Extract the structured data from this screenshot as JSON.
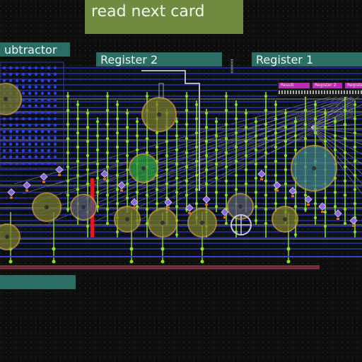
{
  "banner": {
    "text": "read next card"
  },
  "labels": {
    "subtractor": "ubtractor",
    "register2": "Register 2",
    "register1": "Register 1",
    "bottom": ""
  },
  "mini_panel": {
    "tabs": [
      "Result",
      "Register 2",
      "Registe"
    ]
  },
  "colors": {
    "background": "#0d0f0d",
    "banner": "#6f8a41",
    "label": "#2b6e63",
    "wire_blue": "#2a37d6",
    "rod_green": "#8fe02a",
    "rod_grey": "#9aa0a0",
    "gear_olive": "#7a7a2a",
    "gear_teal": "#3f7f86",
    "accent_pink": "#b62fb3"
  }
}
